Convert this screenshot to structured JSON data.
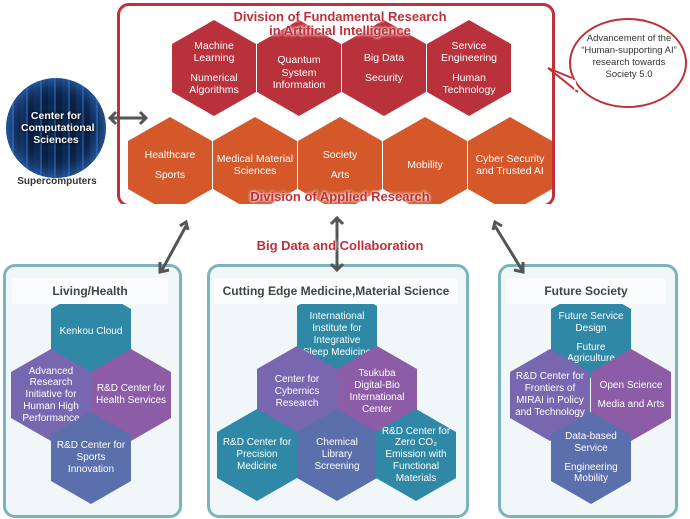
{
  "fundamental": {
    "title_line1": "Division of Fundamental Research",
    "title_line2": "in Artificial Intelligence",
    "hexes": [
      {
        "a": "Machine Learning",
        "b": "Numerical Algorithms"
      },
      {
        "a": "Quantum System Information",
        "b": ""
      },
      {
        "a": "Big Data",
        "b": "Security"
      },
      {
        "a": "Service Engineering",
        "b": "Human Technology"
      }
    ]
  },
  "applied": {
    "title": "Division of Applied Research",
    "hexes": [
      {
        "a": "Healthcare",
        "b": "Sports"
      },
      {
        "a": "Medical Material Sciences",
        "b": ""
      },
      {
        "a": "Society",
        "b": "Arts"
      },
      {
        "a": "Mobility",
        "b": ""
      },
      {
        "a": "Cyber Security and Trusted AI",
        "b": ""
      }
    ]
  },
  "bubble": "Advancement of the “Human-supporting AI” research towards Society 5.0",
  "computational": {
    "label": "Center for Computational Sciences",
    "caption": "Supercomputers"
  },
  "collab": "Big Data and Collaboration",
  "living": {
    "title": "Living/Health",
    "hexes": [
      "Kenkou Cloud",
      "Advanced Research Initiative for Human High Performance",
      "R&D Center for Health Services",
      "R&D Center for Sports Innovation"
    ]
  },
  "cutting": {
    "title": "Cutting Edge Medicine,Material Science",
    "hexes": [
      "International Institute for Integrative Sleep Medicine",
      "Center for Cybernics Research",
      "Tsukuba Digital-Bio International Center",
      "R&D Center for Precision Medicine",
      "Chemical Library Screening",
      "R&D Center for Zero CO₂ Emission with Functional Materials"
    ]
  },
  "future": {
    "title": "Future Society",
    "hexes": [
      {
        "a": "Future Service Design",
        "b": "Future Agriculture"
      },
      {
        "a": "R&D Center for Frontiers of MIRAI in Policy and Technology",
        "b": ""
      },
      {
        "a": "Open Science",
        "b": "Media and Arts"
      },
      {
        "a": "Data-based Service",
        "b": "Engineering Mobility"
      }
    ]
  }
}
